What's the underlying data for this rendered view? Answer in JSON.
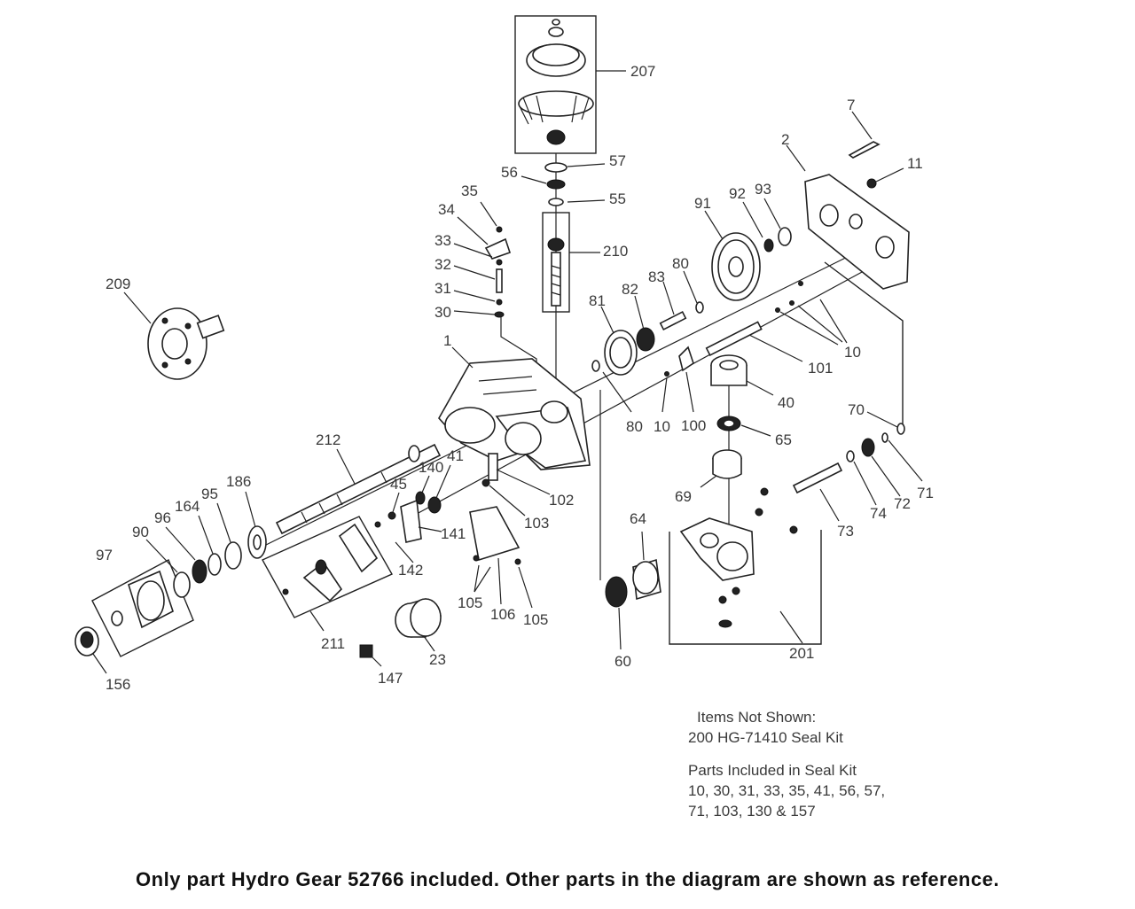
{
  "labels": [
    {
      "id": "207",
      "text": "207"
    },
    {
      "id": "7",
      "text": "7"
    },
    {
      "id": "2",
      "text": "2"
    },
    {
      "id": "11",
      "text": "11"
    },
    {
      "id": "57",
      "text": "57"
    },
    {
      "id": "56",
      "text": "56"
    },
    {
      "id": "55",
      "text": "55"
    },
    {
      "id": "35",
      "text": "35"
    },
    {
      "id": "34",
      "text": "34"
    },
    {
      "id": "33",
      "text": "33"
    },
    {
      "id": "32",
      "text": "32"
    },
    {
      "id": "31",
      "text": "31"
    },
    {
      "id": "30",
      "text": "30"
    },
    {
      "id": "210",
      "text": "210"
    },
    {
      "id": "209",
      "text": "209"
    },
    {
      "id": "91",
      "text": "91"
    },
    {
      "id": "92",
      "text": "92"
    },
    {
      "id": "93",
      "text": "93"
    },
    {
      "id": "83",
      "text": "83"
    },
    {
      "id": "80a",
      "text": "80"
    },
    {
      "id": "82",
      "text": "82"
    },
    {
      "id": "81",
      "text": "81"
    },
    {
      "id": "1",
      "text": "1"
    },
    {
      "id": "10a",
      "text": "10"
    },
    {
      "id": "101",
      "text": "101"
    },
    {
      "id": "40",
      "text": "40"
    },
    {
      "id": "80b",
      "text": "80"
    },
    {
      "id": "10b",
      "text": "10"
    },
    {
      "id": "100",
      "text": "100"
    },
    {
      "id": "65",
      "text": "65"
    },
    {
      "id": "70",
      "text": "70"
    },
    {
      "id": "212",
      "text": "212"
    },
    {
      "id": "41",
      "text": "41"
    },
    {
      "id": "140",
      "text": "140"
    },
    {
      "id": "45",
      "text": "45"
    },
    {
      "id": "186",
      "text": "186"
    },
    {
      "id": "102",
      "text": "102"
    },
    {
      "id": "69",
      "text": "69"
    },
    {
      "id": "71",
      "text": "71"
    },
    {
      "id": "72",
      "text": "72"
    },
    {
      "id": "74",
      "text": "74"
    },
    {
      "id": "95",
      "text": "95"
    },
    {
      "id": "164",
      "text": "164"
    },
    {
      "id": "96",
      "text": "96"
    },
    {
      "id": "90",
      "text": "90"
    },
    {
      "id": "103",
      "text": "103"
    },
    {
      "id": "141",
      "text": "141"
    },
    {
      "id": "64",
      "text": "64"
    },
    {
      "id": "73",
      "text": "73"
    },
    {
      "id": "97",
      "text": "97"
    },
    {
      "id": "142",
      "text": "142"
    },
    {
      "id": "105a",
      "text": "105"
    },
    {
      "id": "106",
      "text": "106"
    },
    {
      "id": "105b",
      "text": "105"
    },
    {
      "id": "211",
      "text": "211"
    },
    {
      "id": "23",
      "text": "23"
    },
    {
      "id": "60",
      "text": "60"
    },
    {
      "id": "201",
      "text": "201"
    },
    {
      "id": "147",
      "text": "147"
    },
    {
      "id": "156",
      "text": "156"
    }
  ],
  "notes": {
    "items_not_shown_title": "Items Not Shown:",
    "seal_kit_line": "200 HG-71410 Seal Kit",
    "included_title": "Parts Included in Seal Kit",
    "included_line1": "10, 30, 31, 33, 35, 41, 56, 57,",
    "included_line2": "71, 103, 130 & 157"
  },
  "footer": "Only part Hydro Gear 52766 included. Other parts in the diagram are shown as reference."
}
